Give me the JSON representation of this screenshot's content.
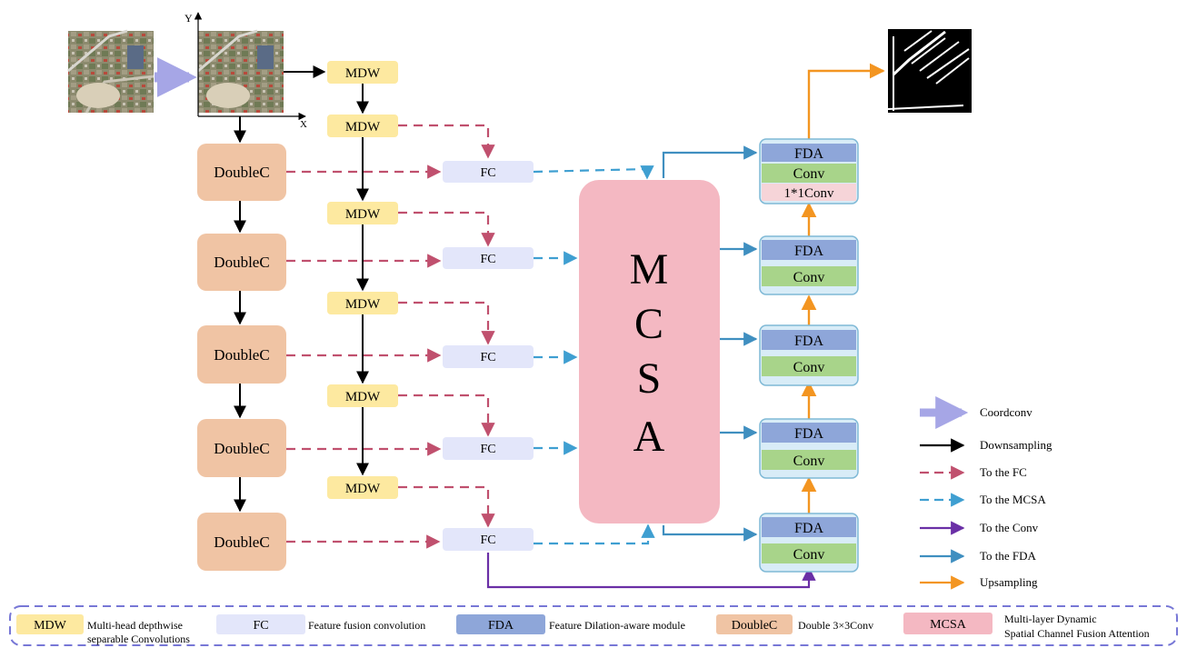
{
  "axes": {
    "y_label": "Y",
    "x_label": "X"
  },
  "blocks": {
    "mdw": "MDW",
    "fc": "FC",
    "doublec": "DoubleC",
    "mcsa_letters": [
      "M",
      "C",
      "S",
      "A"
    ],
    "fda": "FDA",
    "conv": "Conv",
    "conv1x1": "1*1Conv"
  },
  "arrow_legend": [
    {
      "label": "Coordconv",
      "style": "thick",
      "color": "#a6a6e6"
    },
    {
      "label": "Downsampling",
      "style": "solid",
      "color": "#000000"
    },
    {
      "label": "To the FC",
      "style": "dashed",
      "color": "#c0506e"
    },
    {
      "label": "To the MCSA",
      "style": "dashed",
      "color": "#3f9fd1"
    },
    {
      "label": "To the Conv",
      "style": "solid",
      "color": "#6a2fa6"
    },
    {
      "label": "To the FDA",
      "style": "solid",
      "color": "#3f8fc0"
    },
    {
      "label": "Upsampling",
      "style": "solid",
      "color": "#f39521"
    }
  ],
  "block_legend": [
    {
      "box": "MDW",
      "desc": [
        "Multi-head depthwise",
        "separable Convolutions"
      ],
      "color": "#fde9a0"
    },
    {
      "box": "FC",
      "desc": [
        "Feature fusion convolution"
      ],
      "color": "#e3e6fa"
    },
    {
      "box": "FDA",
      "desc": [
        "Feature Dilation-aware module"
      ],
      "color": "#8ea6d9"
    },
    {
      "box": "DoubleC",
      "desc": [
        "Double 3×3Conv"
      ],
      "color": "#f0c4a4"
    },
    {
      "box": "MCSA",
      "desc": [
        "Multi-layer Dynamic",
        "Spatial Channel Fusion Attention"
      ],
      "color": "#f4b8c2"
    }
  ],
  "colors": {
    "mdw": "#fde9a0",
    "fc": "#e3e6fa",
    "doublec": "#f0c4a4",
    "mcsa": "#f4b8c2",
    "fda": "#8ea6d9",
    "conv": "#a8d48a",
    "conv1x1": "#f6d4d8",
    "decoder_frame": "#d8ecf7"
  }
}
